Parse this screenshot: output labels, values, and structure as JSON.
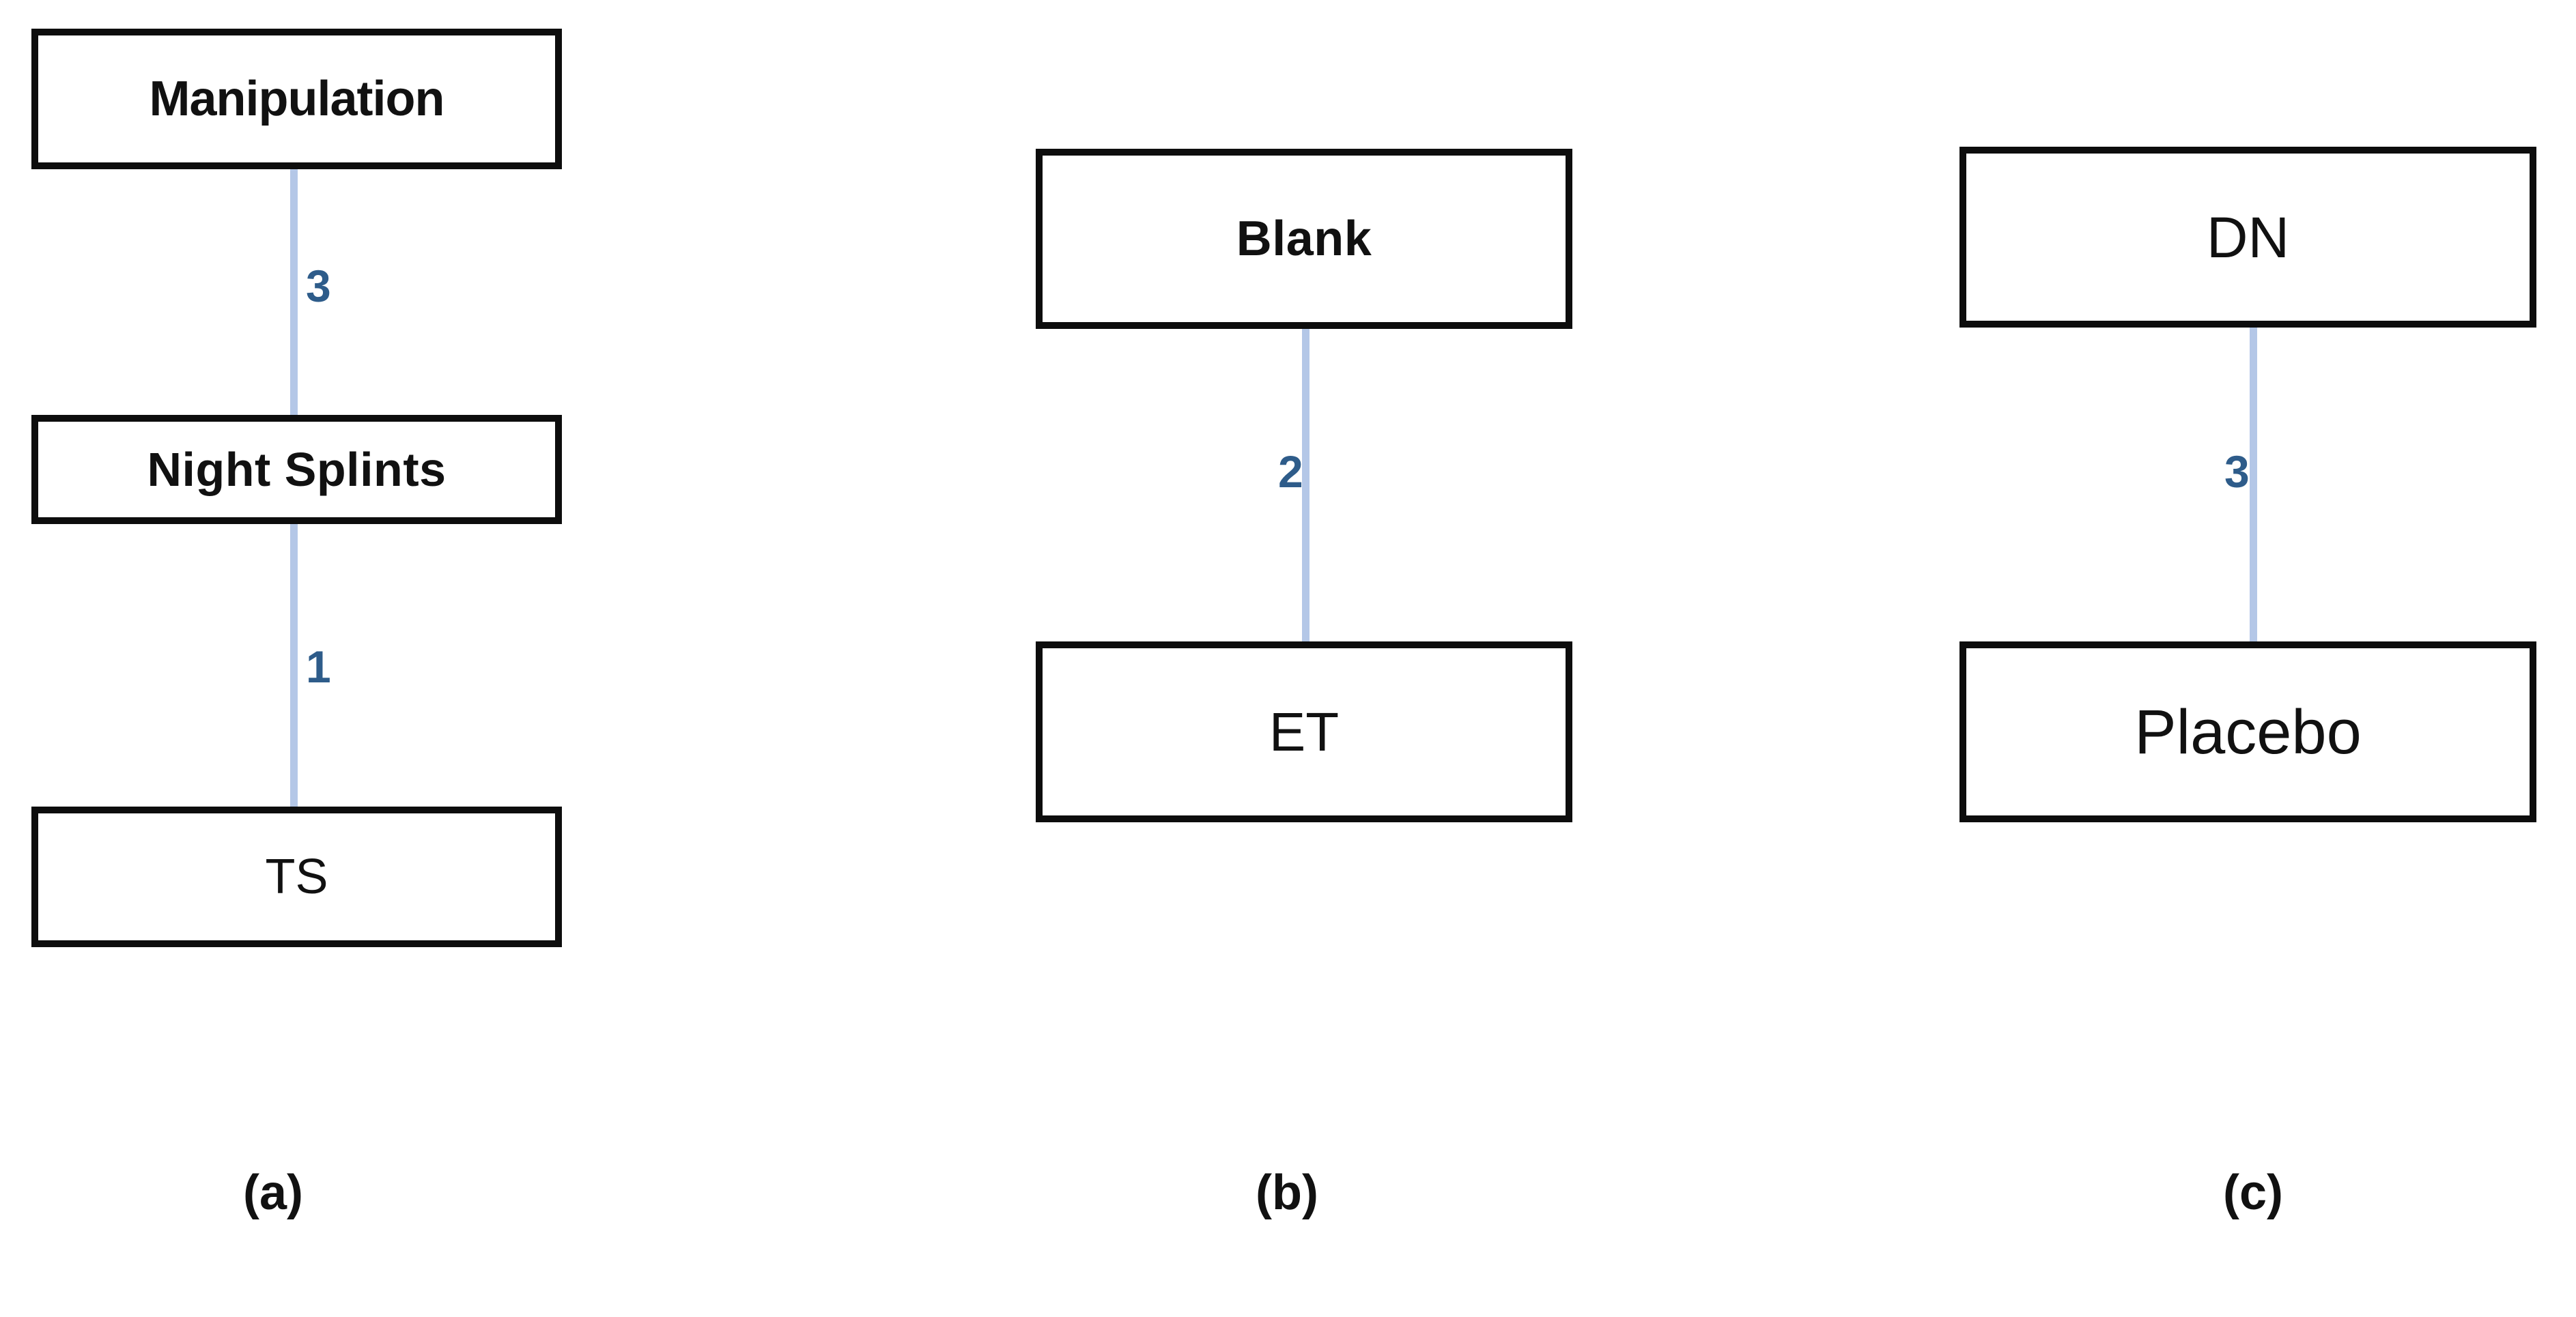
{
  "diagram": {
    "type": "network-meta-analysis-evidence-plot",
    "background_color": "#ffffff",
    "node_border_color": "#0d0d0d",
    "edge_line_color": "#b4c7e7",
    "edge_label_color": "#2e5c8a",
    "node_text_color": "#111111"
  },
  "panels": [
    {
      "caption": "(a)",
      "nodes": [
        {
          "label": "Manipulation",
          "weight": "bold"
        },
        {
          "label": "Night Splints",
          "weight": "bold"
        },
        {
          "label": "TS",
          "weight": "regular"
        }
      ],
      "edges": [
        {
          "from": "Manipulation",
          "to": "Night Splints",
          "label": "3"
        },
        {
          "from": "Night Splints",
          "to": "TS",
          "label": "1"
        }
      ]
    },
    {
      "caption": "(b)",
      "nodes": [
        {
          "label": "Blank",
          "weight": "bold"
        },
        {
          "label": "ET",
          "weight": "regular"
        }
      ],
      "edges": [
        {
          "from": "Blank",
          "to": "ET",
          "label": "2"
        }
      ]
    },
    {
      "caption": "(c)",
      "nodes": [
        {
          "label": "DN",
          "weight": "regular"
        },
        {
          "label": "Placebo",
          "weight": "regular"
        }
      ],
      "edges": [
        {
          "from": "DN",
          "to": "Placebo",
          "label": "3"
        }
      ]
    }
  ]
}
